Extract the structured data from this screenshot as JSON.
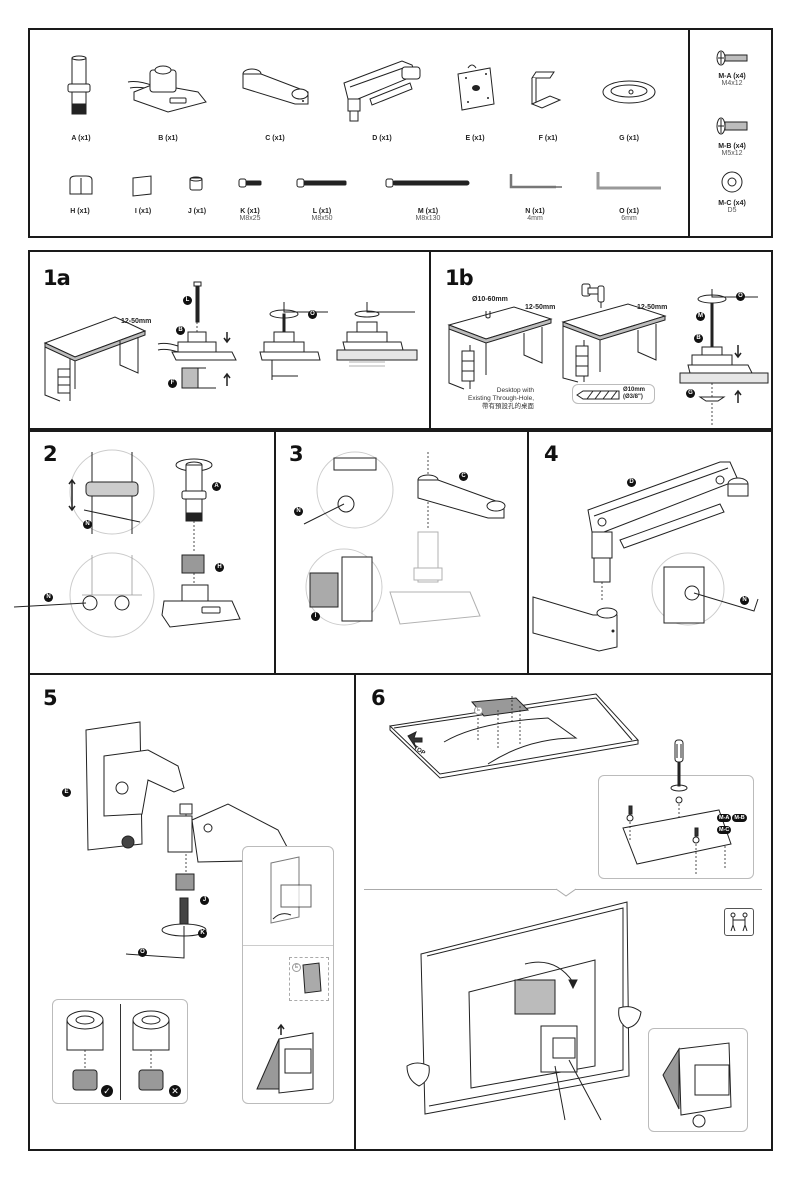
{
  "parts_list": {
    "row1": [
      {
        "id": "A",
        "label": "A (x1)",
        "spec": ""
      },
      {
        "id": "B",
        "label": "B (x1)",
        "spec": ""
      },
      {
        "id": "C",
        "label": "C (x1)",
        "spec": ""
      },
      {
        "id": "D",
        "label": "D (x1)",
        "spec": ""
      },
      {
        "id": "E",
        "label": "E (x1)",
        "spec": ""
      },
      {
        "id": "F",
        "label": "F (x1)",
        "spec": ""
      },
      {
        "id": "G",
        "label": "G (x1)",
        "spec": ""
      }
    ],
    "row2": [
      {
        "id": "H",
        "label": "H (x1)",
        "spec": ""
      },
      {
        "id": "I",
        "label": "I (x1)",
        "spec": ""
      },
      {
        "id": "J",
        "label": "J (x1)",
        "spec": ""
      },
      {
        "id": "K",
        "label": "K (x1)",
        "spec": "M8x25"
      },
      {
        "id": "L",
        "label": "L (x1)",
        "spec": "M8x50"
      },
      {
        "id": "M",
        "label": "M (x1)",
        "spec": "M8x130"
      },
      {
        "id": "N",
        "label": "N (x1)",
        "spec": "4mm"
      },
      {
        "id": "O",
        "label": "O (x1)",
        "spec": "6mm"
      }
    ],
    "hardware": [
      {
        "id": "M-A",
        "label": "M-A (x4)",
        "spec": "M4x12"
      },
      {
        "id": "M-B",
        "label": "M-B (x4)",
        "spec": "M5x12"
      },
      {
        "id": "M-C",
        "label": "M-C (x4)",
        "spec": "D5"
      }
    ]
  },
  "steps": {
    "s1a": {
      "number": "1a",
      "thickness": "12-50mm",
      "tags": {
        "bolt": "L",
        "base": "B",
        "clamp": "F",
        "wrench": "O"
      }
    },
    "s1b": {
      "number": "1b",
      "hole_diameter": "Ø10-60mm",
      "thickness_1": "12-50mm",
      "thickness_2": "12-50mm",
      "caption_en_1": "Desktop with",
      "caption_en_2": "Existing Through-Hole,",
      "caption_zh": "帶有預設孔的桌面",
      "drill_size": "Ø10mm",
      "drill_size_imperial": "(Ø3/8\")",
      "tags": {
        "wrench": "O",
        "bolt": "M",
        "base": "B",
        "plate": "G"
      }
    },
    "s2": {
      "number": "2",
      "tags": {
        "pole": "A",
        "wrench_top": "N",
        "clip": "H",
        "wrench_bottom": "N"
      }
    },
    "s3": {
      "number": "3",
      "tags": {
        "arm": "C",
        "wrench": "N",
        "cover": "I"
      }
    },
    "s4": {
      "number": "4",
      "tags": {
        "arm": "D",
        "wrench": "N"
      }
    },
    "s5": {
      "number": "5",
      "tags": {
        "vesa": "E",
        "spacer": "J",
        "bolt": "K",
        "wrench": "O",
        "inset_plate": "E"
      },
      "correct_icon": "check",
      "wrong_icon": "cross"
    },
    "s6": {
      "number": "6",
      "top_label": "TOP",
      "inset_tag": "E",
      "screw_tags": [
        "M-A",
        "M-B",
        "M-C"
      ],
      "two_person_icon": "two-person-lift"
    }
  }
}
